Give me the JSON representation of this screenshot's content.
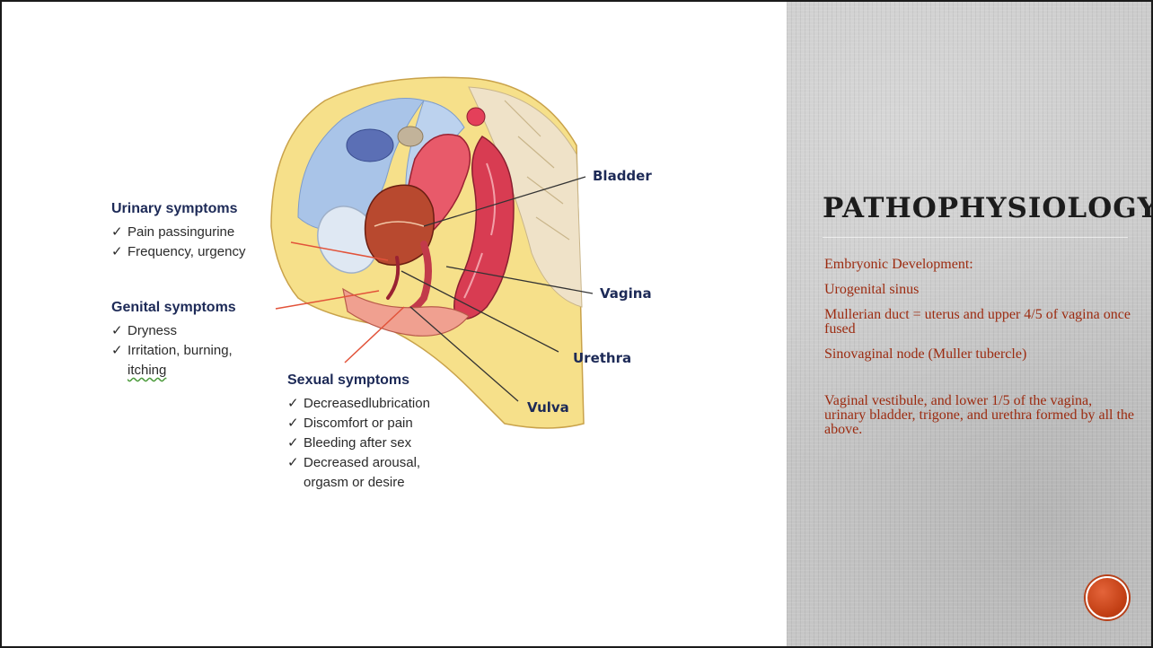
{
  "slide": {
    "title": "PATHOPHYSIOLOGY",
    "paragraphs": [
      "Embryonic Development:",
      "Urogenital sinus",
      "Mullerian duct = uterus and upper 4/5 of vagina once fused",
      "Sinovaginal node (Muller tubercle)",
      "Vaginal vestibule, and lower 1/5 of the vagina, urinary bladder, trigone, and urethra formed by all the above."
    ]
  },
  "figure": {
    "anatomy_labels": {
      "bladder": "Bladder",
      "vagina": "Vagina",
      "urethra": "Urethra",
      "vulva": "Vulva"
    },
    "urinary": {
      "heading": "Urinary symptoms",
      "items": [
        "Pain passingurine",
        "Frequency, urgency"
      ]
    },
    "genital": {
      "heading": "Genital symptoms",
      "items": [
        "Dryness",
        "Irritation, burning,"
      ],
      "item_continuation": "itching"
    },
    "sexual": {
      "heading": "Sexual symptoms",
      "items": [
        "Decreasedlubrication",
        "Discomfort or pain",
        "Bleeding after sex",
        "Decreased arousal,"
      ],
      "item_continuation": "orgasm or desire"
    },
    "tick_glyph": "✓"
  },
  "colors": {
    "accent_text": "#9c2b10",
    "label_navy": "#1d2a57",
    "badge": "#c23f14"
  }
}
